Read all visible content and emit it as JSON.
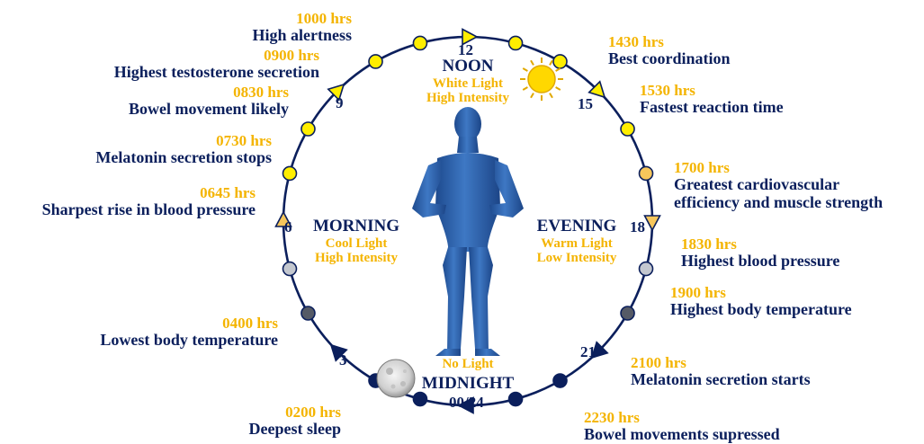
{
  "events": [
    {
      "id": "e1000",
      "time": "1000 hrs",
      "desc": "High alertness"
    },
    {
      "id": "e0900",
      "time": "0900 hrs",
      "desc": "Highest testosterone secretion"
    },
    {
      "id": "e0830",
      "time": "0830 hrs",
      "desc": "Bowel movement likely"
    },
    {
      "id": "e0730",
      "time": "0730 hrs",
      "desc": "Melatonin secretion stops"
    },
    {
      "id": "e0645",
      "time": "0645 hrs",
      "desc": "Sharpest rise in blood pressure"
    },
    {
      "id": "e0400",
      "time": "0400 hrs",
      "desc": "Lowest body temperature"
    },
    {
      "id": "e0200",
      "time": "0200 hrs",
      "desc": "Deepest sleep"
    },
    {
      "id": "e1430",
      "time": "1430 hrs",
      "desc": "Best coordination"
    },
    {
      "id": "e1530",
      "time": "1530 hrs",
      "desc": "Fastest reaction time"
    },
    {
      "id": "e1700",
      "time": "1700 hrs",
      "desc": "Greatest cardiovascular",
      "desc2": "efficiency and muscle strength"
    },
    {
      "id": "e1830",
      "time": "1830 hrs",
      "desc": "Highest blood pressure"
    },
    {
      "id": "e1900",
      "time": "1900 hrs",
      "desc": "Highest body temperature"
    },
    {
      "id": "e2100",
      "time": "2100 hrs",
      "desc": "Melatonin secretion starts"
    },
    {
      "id": "e2230",
      "time": "2230 hrs",
      "desc": "Bowel movements supressed"
    }
  ],
  "hours": {
    "h12": "12",
    "h15": "15",
    "h18": "18",
    "h21": "21",
    "h24": "00/24",
    "h3": "3",
    "h6": "6",
    "h9": "9"
  },
  "zones": {
    "noon": {
      "title": "NOON",
      "sub1": "White Light",
      "sub2": "High Intensity"
    },
    "morning": {
      "title": "MORNING",
      "sub1": "Cool Light",
      "sub2": "High Intensity"
    },
    "evening": {
      "title": "EVENING",
      "sub1": "Warm Light",
      "sub2": "Low Intensity"
    },
    "midnight": {
      "title": "MIDNIGHT",
      "sub1": "No Light"
    }
  },
  "colors": {
    "ring": "#0b1f5c",
    "time_text": "#f4b400",
    "day_dot": "#ffee00",
    "dusk_dot": "#f6c65b",
    "grey_dot": "#c3c7cf",
    "dark_dot": "#555a66",
    "night_dot": "#0b1f5c",
    "figure": "#2e5ea8",
    "sun": "#ffd800"
  }
}
